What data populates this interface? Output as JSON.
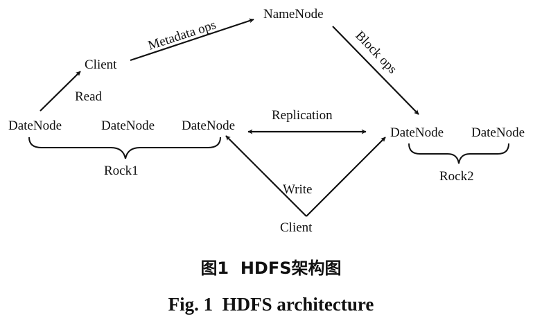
{
  "nodes": {
    "namenode": "NameNode",
    "client_top": "Client",
    "client_bottom": "Client",
    "rack1_datanodes": [
      "DateNode",
      "DateNode",
      "DateNode"
    ],
    "rack2_datanodes": [
      "DateNode",
      "DateNode"
    ]
  },
  "edges": {
    "read": "Read",
    "metadata_ops": "Metadata ops",
    "block_ops": "Block ops",
    "replication": "Replication",
    "write": "Write"
  },
  "racks": {
    "rack1": "Rock1",
    "rack2": "Rock2"
  },
  "caption": {
    "chinese": "图1  HDFS架构图",
    "english": "Fig. 1  HDFS architecture"
  }
}
